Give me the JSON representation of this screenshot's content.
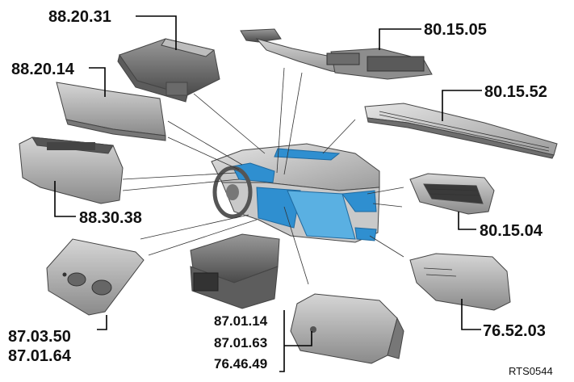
{
  "labels": {
    "l1": "88.20.31",
    "l2": "80.15.05",
    "l3": "88.20.14",
    "l4": "80.15.52",
    "l5": "88.30.38",
    "l6": "80.15.04",
    "l7": "87.03.50",
    "l8": "87.01.64",
    "l9": "87.01.14",
    "l10": "87.01.63",
    "l11": "76.46.49",
    "l12": "76.52.03"
  },
  "reference": "RTS0544",
  "colors": {
    "highlight": "#2f8fd0",
    "part_dark": "#6f6f6f",
    "part_mid": "#a6a6a6",
    "part_light": "#cfcfcf"
  }
}
